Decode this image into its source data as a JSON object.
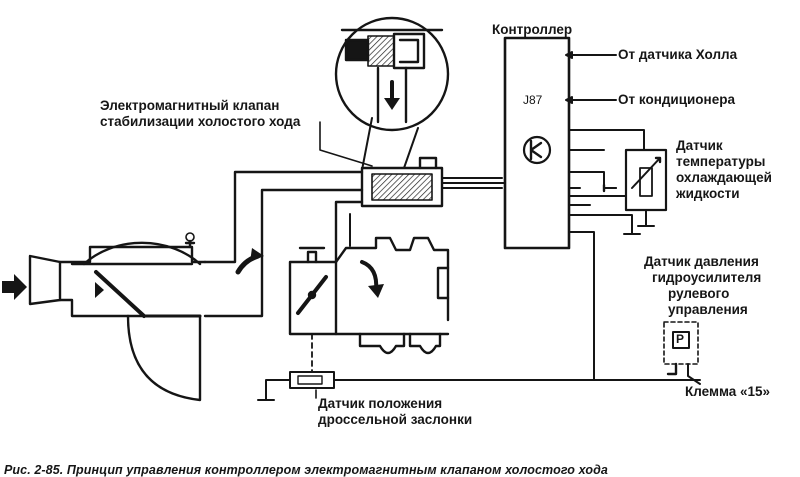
{
  "labels": {
    "controller": "Контроллер",
    "hall_sensor": "От датчика Холла",
    "air_conditioner": "От кондиционера",
    "controller_code": "J87",
    "idle_valve": [
      "Электромагнитный клапан",
      "стабилизации холостого хода"
    ],
    "coolant_sensor": [
      "Датчик",
      "температуры",
      "охлаждающей",
      "жидкости"
    ],
    "power_steering_sensor": [
      "Датчик давления",
      "гидроусилителя",
      "рулевого",
      "управления"
    ],
    "pressure_symbol": "P",
    "terminal": "Клемма «15»",
    "throttle_sensor": [
      "Датчик положения",
      "дроссельной заслонки"
    ]
  },
  "caption": "Рис. 2-85. Принцип управления контроллером электромагнитным клапаном холостого хода"
}
